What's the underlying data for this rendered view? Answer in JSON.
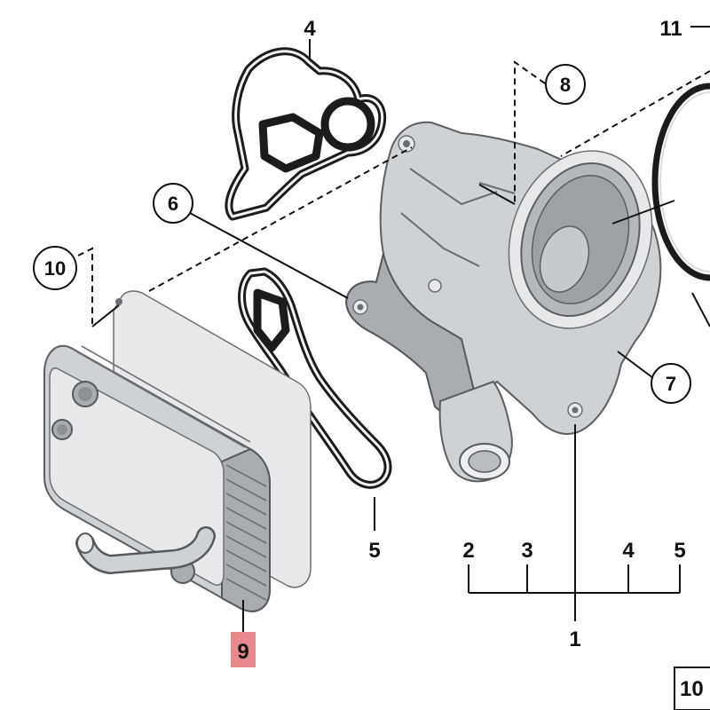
{
  "labels": {
    "l1": "1",
    "l2": "2",
    "l3": "3",
    "l4_group": "4",
    "l5_group": "5",
    "l4_top": "4",
    "l5_mid": "5",
    "l6": "6",
    "l7": "7",
    "l8": "8",
    "l9": "9",
    "l10_circle": "10",
    "l10_box": "10",
    "l11": "11"
  },
  "colors": {
    "highlight": "#e8898e",
    "ink": "#111111"
  }
}
